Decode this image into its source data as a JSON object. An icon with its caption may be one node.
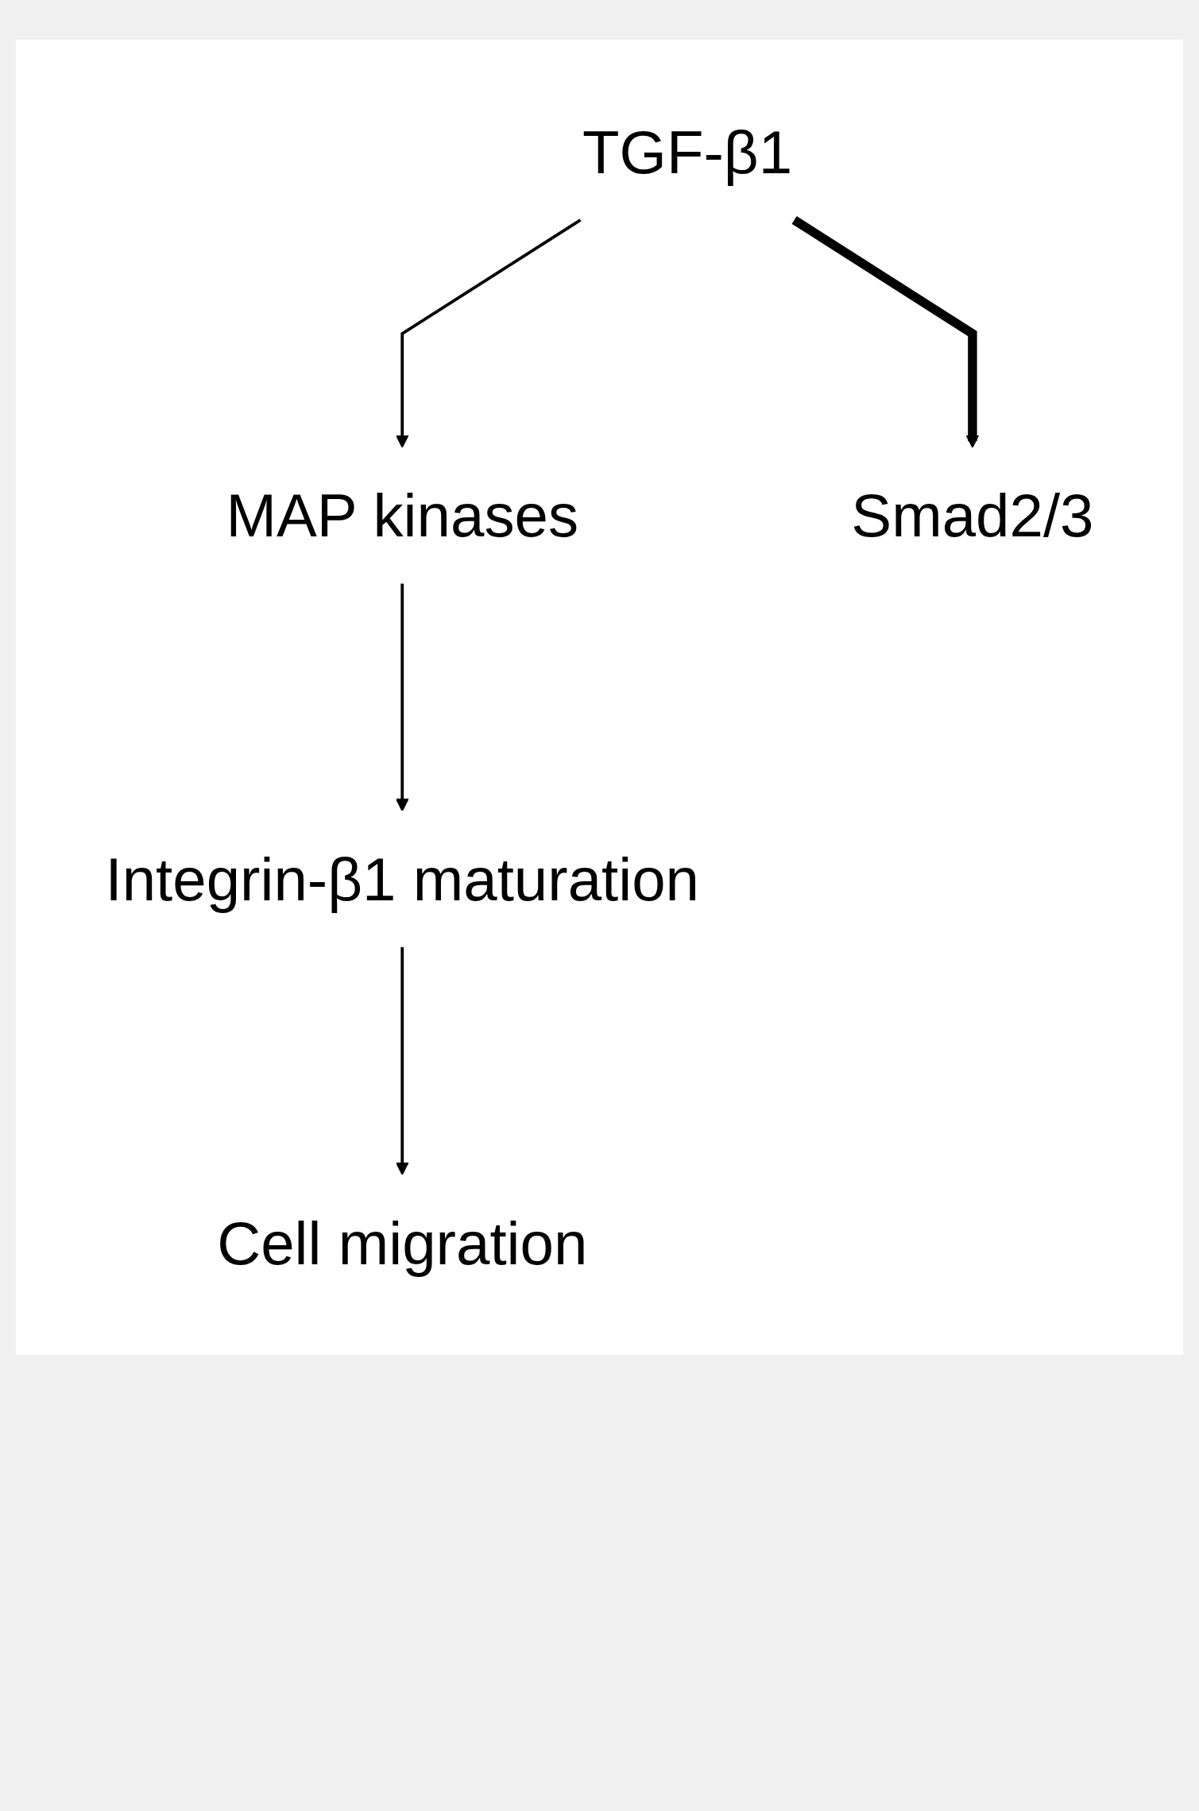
{
  "diagram": {
    "nodes": [
      {
        "text": [
          "TGF-β1"
        ]
      },
      {
        "text": [
          "MAP kinases"
        ]
      },
      {
        "text": [
          "Smad2/3"
        ]
      },
      {
        "text": [
          "Integrin-β1 maturation"
        ]
      },
      {
        "text": [
          "Cell migration"
        ]
      }
    ],
    "edges": [
      {
        "from": 0,
        "to": 1,
        "arrow": "to"
      },
      {
        "from": 0,
        "to": 2,
        "arrow": "to",
        "style": "thick"
      },
      {
        "from": 1,
        "to": 3,
        "arrow": "to"
      },
      {
        "from": 3,
        "to": 4,
        "arrow": "to"
      }
    ]
  }
}
